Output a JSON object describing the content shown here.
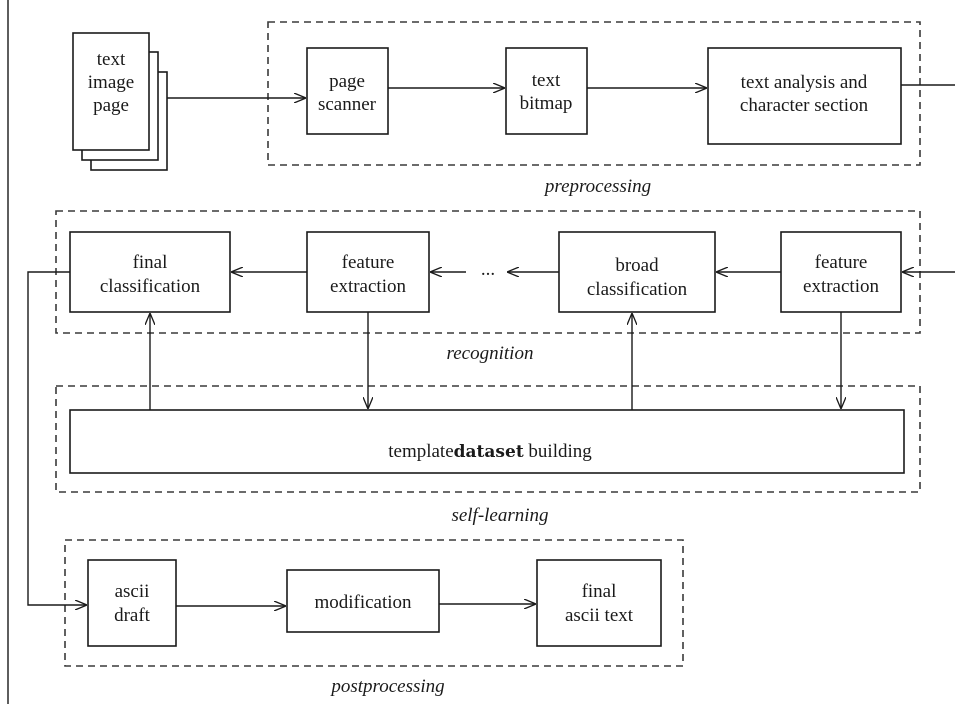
{
  "diagram": {
    "nodes": {
      "text_image_page": [
        "text",
        "image",
        "page"
      ],
      "page_scanner": [
        "page",
        "scanner"
      ],
      "text_bitmap": [
        "text",
        "bitmap"
      ],
      "text_analysis": [
        "text analysis and",
        "character section"
      ],
      "final_classification": [
        "final",
        "classification"
      ],
      "feature_extraction_left": [
        "feature",
        "extraction"
      ],
      "ellipsis": "...",
      "broad_classification": [
        "broad",
        "classification"
      ],
      "feature_extraction_right": [
        "feature",
        "extraction"
      ],
      "template_building": {
        "prefix": "template",
        "mid": "dataset",
        "suffix": " building"
      },
      "ascii_draft": [
        "ascii",
        "draft"
      ],
      "modification": "modification",
      "final_ascii_text": [
        "final",
        "ascii text"
      ]
    },
    "groups": {
      "preprocessing": "preprocessing",
      "recognition": "recognition",
      "self_learning": "self-learning",
      "postprocessing": "postprocessing"
    }
  }
}
